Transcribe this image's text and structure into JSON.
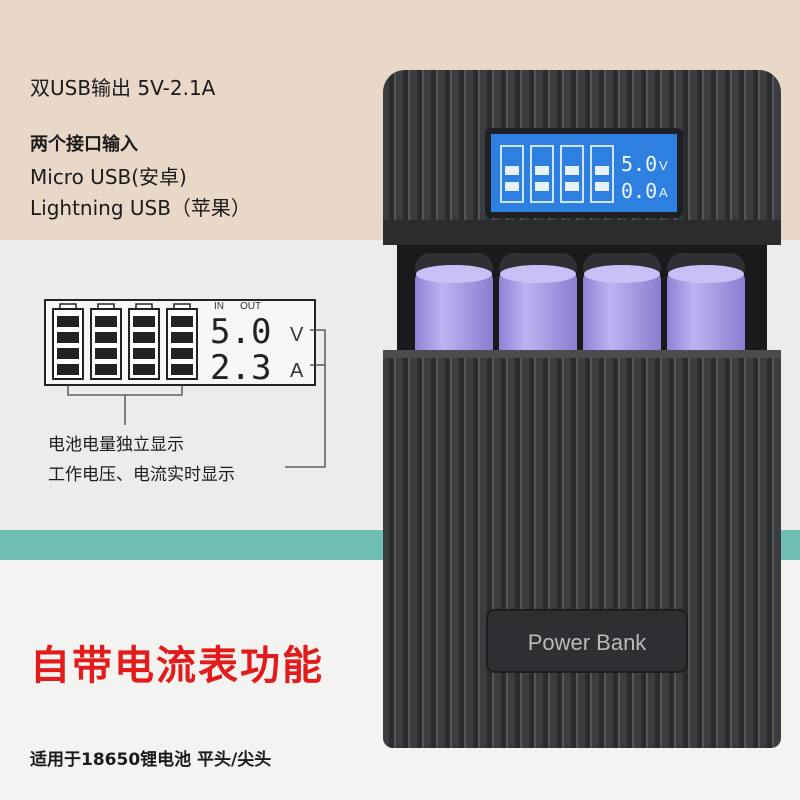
{
  "texts": {
    "output": "双USB输出  5V-2.1A",
    "input_title": "两个接口输入",
    "input_micro": "Micro USB(安卓)",
    "input_lightning": "Lightning USB（苹果）",
    "battery_display": "电池电量独立显示",
    "work_display": "工作电压、电流实时显示",
    "feature": "自带电流表功能",
    "compat": "适用于18650锂电池 平头/尖头"
  },
  "lcd_diagram": {
    "in_label": "IN",
    "out_label": "OUT",
    "voltage": "5.0",
    "voltage_unit": "V",
    "current": "2.3",
    "current_unit": "A",
    "battery_count": 4
  },
  "device": {
    "screen_voltage": "5.0",
    "screen_voltage_unit": "V",
    "screen_current": "0.0",
    "screen_current_unit": "A",
    "brand_label": "Power Bank",
    "battery_count": 4,
    "body_color": "#3c3d3f",
    "screen_color": "#2d7fe0",
    "battery_color": "#a99ce6"
  },
  "colors": {
    "top_band": "#e9d7c8",
    "teal_band": "#6fbdb5",
    "feature_text": "#e21b1b"
  }
}
